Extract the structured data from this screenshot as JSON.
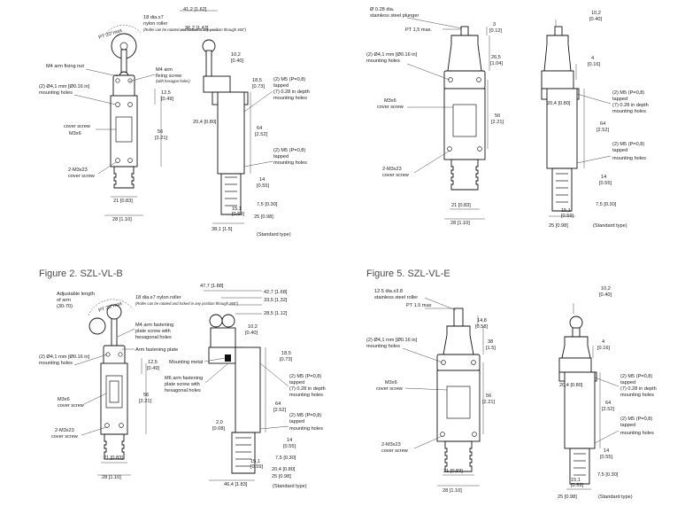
{
  "figures": [
    {
      "title": "",
      "labels": {
        "roller": "18 dia.x7",
        "roller2": "nylon roller",
        "roller_note": "(Roller can be rotated and locked in any position through 360°)",
        "pt": "PT 20°max",
        "m4_fix": "M4 arm fixing nut",
        "m4_screw": "M4 arm",
        "m4_screw2": "fixing screw",
        "hex_note": "(with hexagon holes)",
        "hole_a": "(2) Ø4,1 mm [Ø0.16 in]",
        "hole_b": "mounting holes",
        "cover": "cover screw",
        "m3x6": "M3x6",
        "m3x23": "2-M3x23",
        "cover2": "cover screw",
        "d21": "21 [0.83]",
        "d28": "28 [1.10]",
        "d125": "12,5",
        "d125b": "[0.49]",
        "d56": "56",
        "d56b": "[2.21]",
        "d412": "41,2 [1.62]",
        "d362": "36,2 [1.43]",
        "d102": "10,2",
        "d102b": "[0.40]",
        "d185": "18,5",
        "d185b": "[0.73]",
        "m5a": "(2) M5 (P=0,8)",
        "m5b": "tapped",
        "m5c": "(7) 0.28 in depth",
        "m5d": "mounting holes",
        "d204": "20,4 [0.80]",
        "d64": "64",
        "d64b": "[2.52]",
        "m5e": "(2) M5 (P=0,8)",
        "m5f": "tapped",
        "m5g": "mounting holes",
        "d14": "14",
        "d14b": "[0.55]",
        "d75": "7,5 [0.30]",
        "d151": "15,1",
        "d151b": "[0.59]",
        "d25": "25 [0.98]",
        "d381": "38,1 [1.5]",
        "std": "(Standard type)"
      }
    },
    {
      "title": "",
      "labels": {
        "plunger_a": "Ø 0.28 dia.",
        "plunger_b": "stainless steel plunger",
        "pt": "PT 1,5 max.",
        "d3": "3",
        "d3b": "[0.12]",
        "d265": "26,5",
        "d265b": "[1.04]",
        "hole_a": "(2) Ø4,1 mm [Ø0.16 in]",
        "hole_b": "mounting holes",
        "m3x6": "M3x6",
        "cover": "cover screw",
        "d56": "56",
        "d56b": "[2.21]",
        "m3x23": "2-M3x23",
        "cover2": "cover screw",
        "d21": "21 [0.83]",
        "d28": "28 [1.10]",
        "d102": "10,2",
        "d102b": "[0.40]",
        "d4": "4",
        "d4b": "[0.16]",
        "d204": "20,4 [0.80]",
        "m5a": "(2) M5 (P=0,8)",
        "m5b": "tapped",
        "m5c": "(7) 0.28 in depth",
        "m5d": "mounting holes",
        "d64": "64",
        "d64b": "[2.52]",
        "m5e": "(2) M5 (P=0,8)",
        "m5f": "tapped",
        "m5g": "mounting holes",
        "d14": "14",
        "d14b": "[0.55]",
        "d75": "7,5 [0.30]",
        "d151": "15,1",
        "d151b": "[0.59]",
        "d25": "25 [0.98]",
        "std": "(Standard type)"
      }
    },
    {
      "title": "Figure 2. SZL-VL-B",
      "labels": {
        "adj_a": "Adjustable length",
        "adj_b": "of arm",
        "adj_c": "(30-70)",
        "pt": "PT 20°max",
        "roller": "18 dia.x7 nylon roller",
        "roller_note": "(Roller can be rotated and locked in any position through 360°)",
        "m4_a": "M4 arm fastening",
        "m4_b": "plate screw with",
        "m4_c": "hexagonal holes",
        "arm_plate": "Arm fastening plate",
        "hole_a": "(2) Ø4,1 mm [Ø0.16 in]",
        "hole_b": "mounting holes",
        "m3x6": "M3x6",
        "cover": "cover screw",
        "m3x23": "2-M3x23",
        "cover2": "cover screw",
        "d21": "21 [0.83]",
        "d28": "28 [1.10]",
        "d125": "12,5",
        "d125b": "[0.49]",
        "d56": "56",
        "d56b": "[2.21]",
        "d477": "47,7 [1.88]",
        "d427": "42,7 [1.68]",
        "d335": "33,5 [1.32]",
        "d285": "28,5 [1.12]",
        "d102": "10,2",
        "d102b": "[0.40]",
        "mount_metal": "Mounting metal",
        "m6_a": "M6 arm fastening",
        "m6_b": "plate screw with",
        "m6_c": "hexagonal holes",
        "d20": "2,0",
        "d20b": "[0.08]",
        "d185": "18,5",
        "d185b": "[0.73]",
        "m5a": "(2) M5 (P=0,8)",
        "m5b": "tapped",
        "m5c": "(7) 0.28 in depth",
        "m5d": "mounting holes",
        "d64": "64",
        "d64b": "[2.52]",
        "m5e": "(2) M5 (P=0,8)",
        "m5f": "tapped",
        "m5g": "mounting holes",
        "d14": "14",
        "d14b": "[0.55]",
        "d75": "7,5 [0.30]",
        "d151": "15,1",
        "d151b": "[0.59]",
        "d204": "20,4 [0.80]",
        "d25": "25 [0.98]",
        "d464": "46,4 [1.83]",
        "std": "(Standard type)"
      }
    },
    {
      "title": "Figure 5. SZL-VL-E",
      "labels": {
        "roller_a": "12.5 dia.x3.8",
        "roller_b": "stainless steel roller",
        "pt": "PT 1.5 max",
        "d148": "14,8",
        "d148b": "[0.58]",
        "d38": "38",
        "d38b": "[1.5]",
        "hole_a": "(2) Ø4,1 mm [Ø0.16 in]",
        "hole_b": "mounting holes",
        "m3x6": "M3x6",
        "cover": "cover screw",
        "d56": "56",
        "d56b": "[2.21]",
        "m3x23": "2-M3x23",
        "cover2": "cover screw",
        "d21": "21 [0.83]",
        "d28": "28 [1.10]",
        "d102": "10,2",
        "d102b": "[0.40]",
        "d4": "4",
        "d4b": "[0.16]",
        "d204": "20,4 [0.80]",
        "m5a": "(2) M5 (P=0,8)",
        "m5b": "tapped",
        "m5c": "(7) 0.28 in depth",
        "m5d": "mounting holes",
        "d64": "64",
        "d64b": "[2.52]",
        "m5e": "(2) M5 (P=0,8)",
        "m5f": "tapped",
        "m5g": "mounting holes",
        "d14": "14",
        "d14b": "[0.55]",
        "d75": "7,5 [0.30]",
        "d151": "15,1",
        "d151b": "[0.59]",
        "d25": "25 [0.98]",
        "std": "(Standard type)"
      }
    }
  ]
}
